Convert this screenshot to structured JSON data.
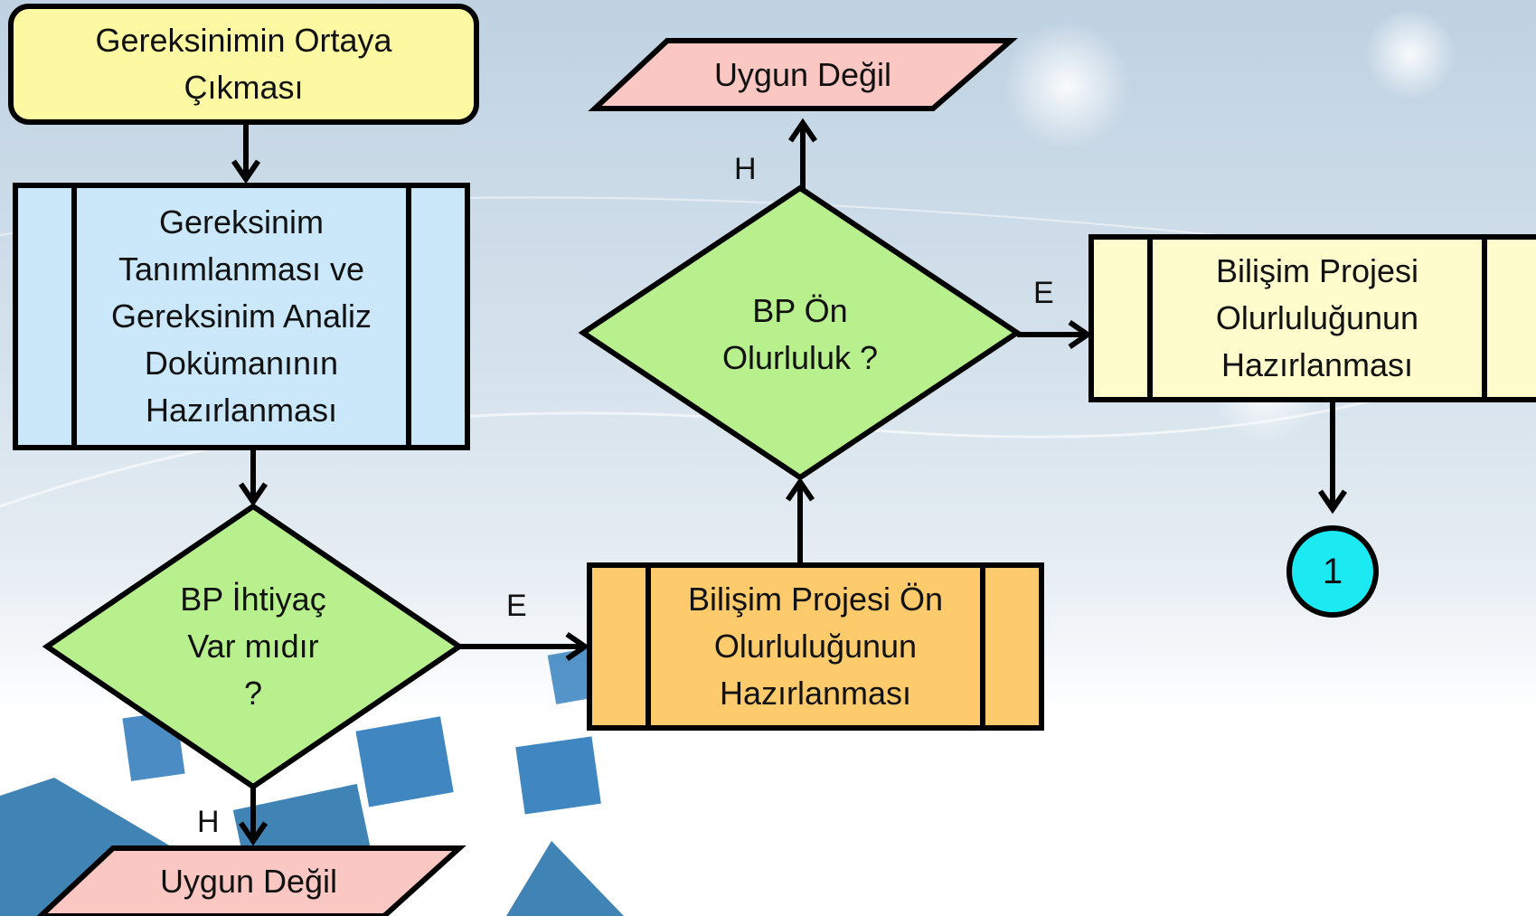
{
  "colors": {
    "start": "#fdf9a2",
    "process_blue": "#cbe8fb",
    "decision": "#b8f08e",
    "process_orange": "#fdcb6b",
    "process_yellow": "#fefbcc",
    "output": "#fac7c3",
    "connector": "#1ceaf2",
    "stroke": "#000000"
  },
  "nodes": {
    "start": "Gereksinimin Ortaya\nÇıkması",
    "analysis": "Gereksinim\nTanımlanması ve\nGereksinim Analiz\nDokümanının\nHazırlanması",
    "need_decision": "BP İhtiyaç\nVar mıdır\n?",
    "pre_feasibility": "Bilişim Projesi Ön\nOlurluluğunun\nHazırlanması",
    "pre_feasibility_decision": "BP Ön\nOlurluluk ?",
    "feasibility": "Bilişim Projesi\nOlurluluğunun\nHazırlanması",
    "not_suitable_top": "Uygun Değil",
    "not_suitable_bottom": "Uygun Değil",
    "connector": "1"
  },
  "edges": {
    "need_yes": "E",
    "need_no": "H",
    "pre_yes": "E",
    "pre_no": "H"
  }
}
